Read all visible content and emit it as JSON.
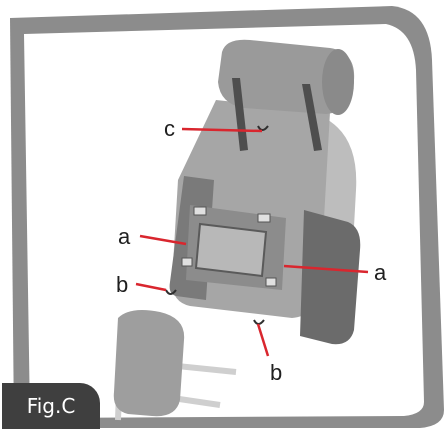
{
  "figure": {
    "tag": "Fig.C"
  },
  "callouts": {
    "a_left": "a",
    "a_right": "a",
    "b_left": "b",
    "b_right": "b",
    "c_top": "c"
  },
  "colors": {
    "frame": "#8c8c8c",
    "bag": "#a6a6a6",
    "bag_dark": "#6e6e6e",
    "strap": "#5a5a5a",
    "leader": "#d9262e",
    "tag_bg": "#3f3f3f"
  }
}
